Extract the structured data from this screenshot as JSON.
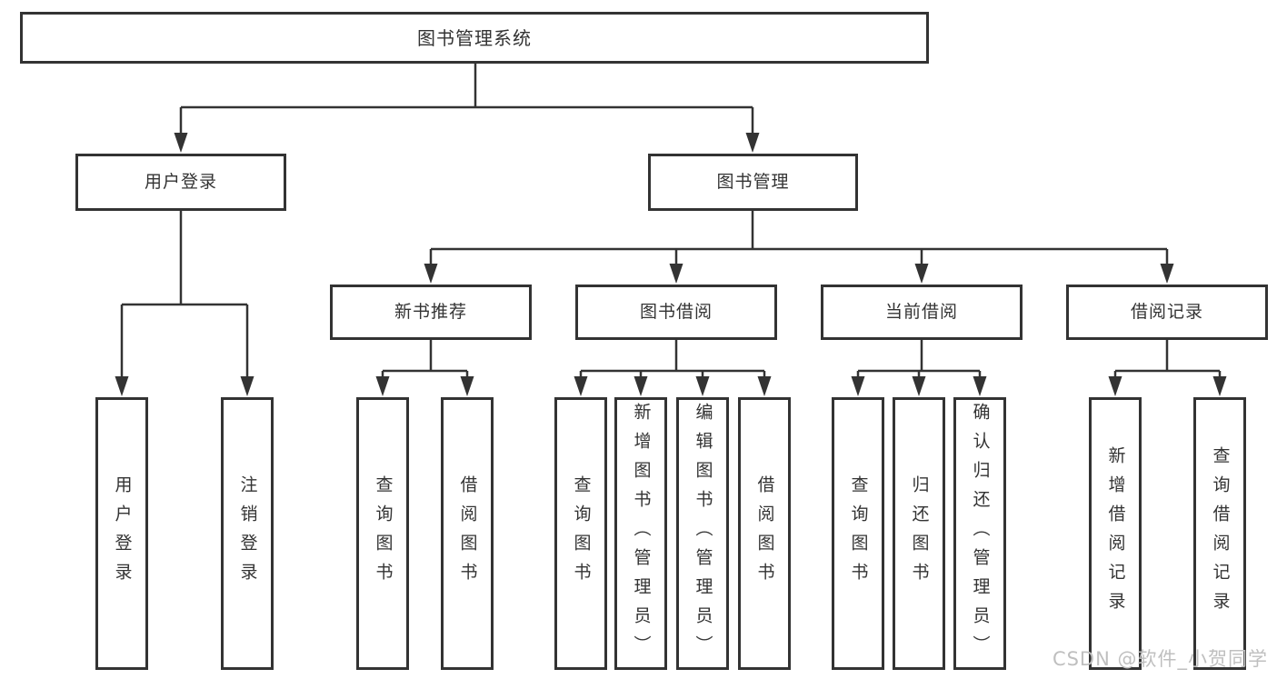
{
  "diagram": {
    "root": "图书管理系统",
    "branches": [
      {
        "label": "用户登录",
        "children": [
          "用户登录",
          "注销登录"
        ]
      },
      {
        "label": "图书管理",
        "groups": [
          {
            "label": "新书推荐",
            "children": [
              "查询图书",
              "借阅图书"
            ]
          },
          {
            "label": "图书借阅",
            "children": [
              "查询图书",
              "新增图书（管理员）",
              "编辑图书（管理员）",
              "借阅图书"
            ]
          },
          {
            "label": "当前借阅",
            "children": [
              "查询图书",
              "归还图书",
              "确认归还（管理员）"
            ]
          },
          {
            "label": "借阅记录",
            "children": [
              "新增借阅记录",
              "查询借阅记录"
            ]
          }
        ]
      }
    ]
  },
  "watermark": "CSDN @软件_小贺同学",
  "colors": {
    "line": "#333333",
    "text": "#333333",
    "box_background": "#ffffff",
    "watermark": "#bfbfbf",
    "background": "#ffffff"
  }
}
